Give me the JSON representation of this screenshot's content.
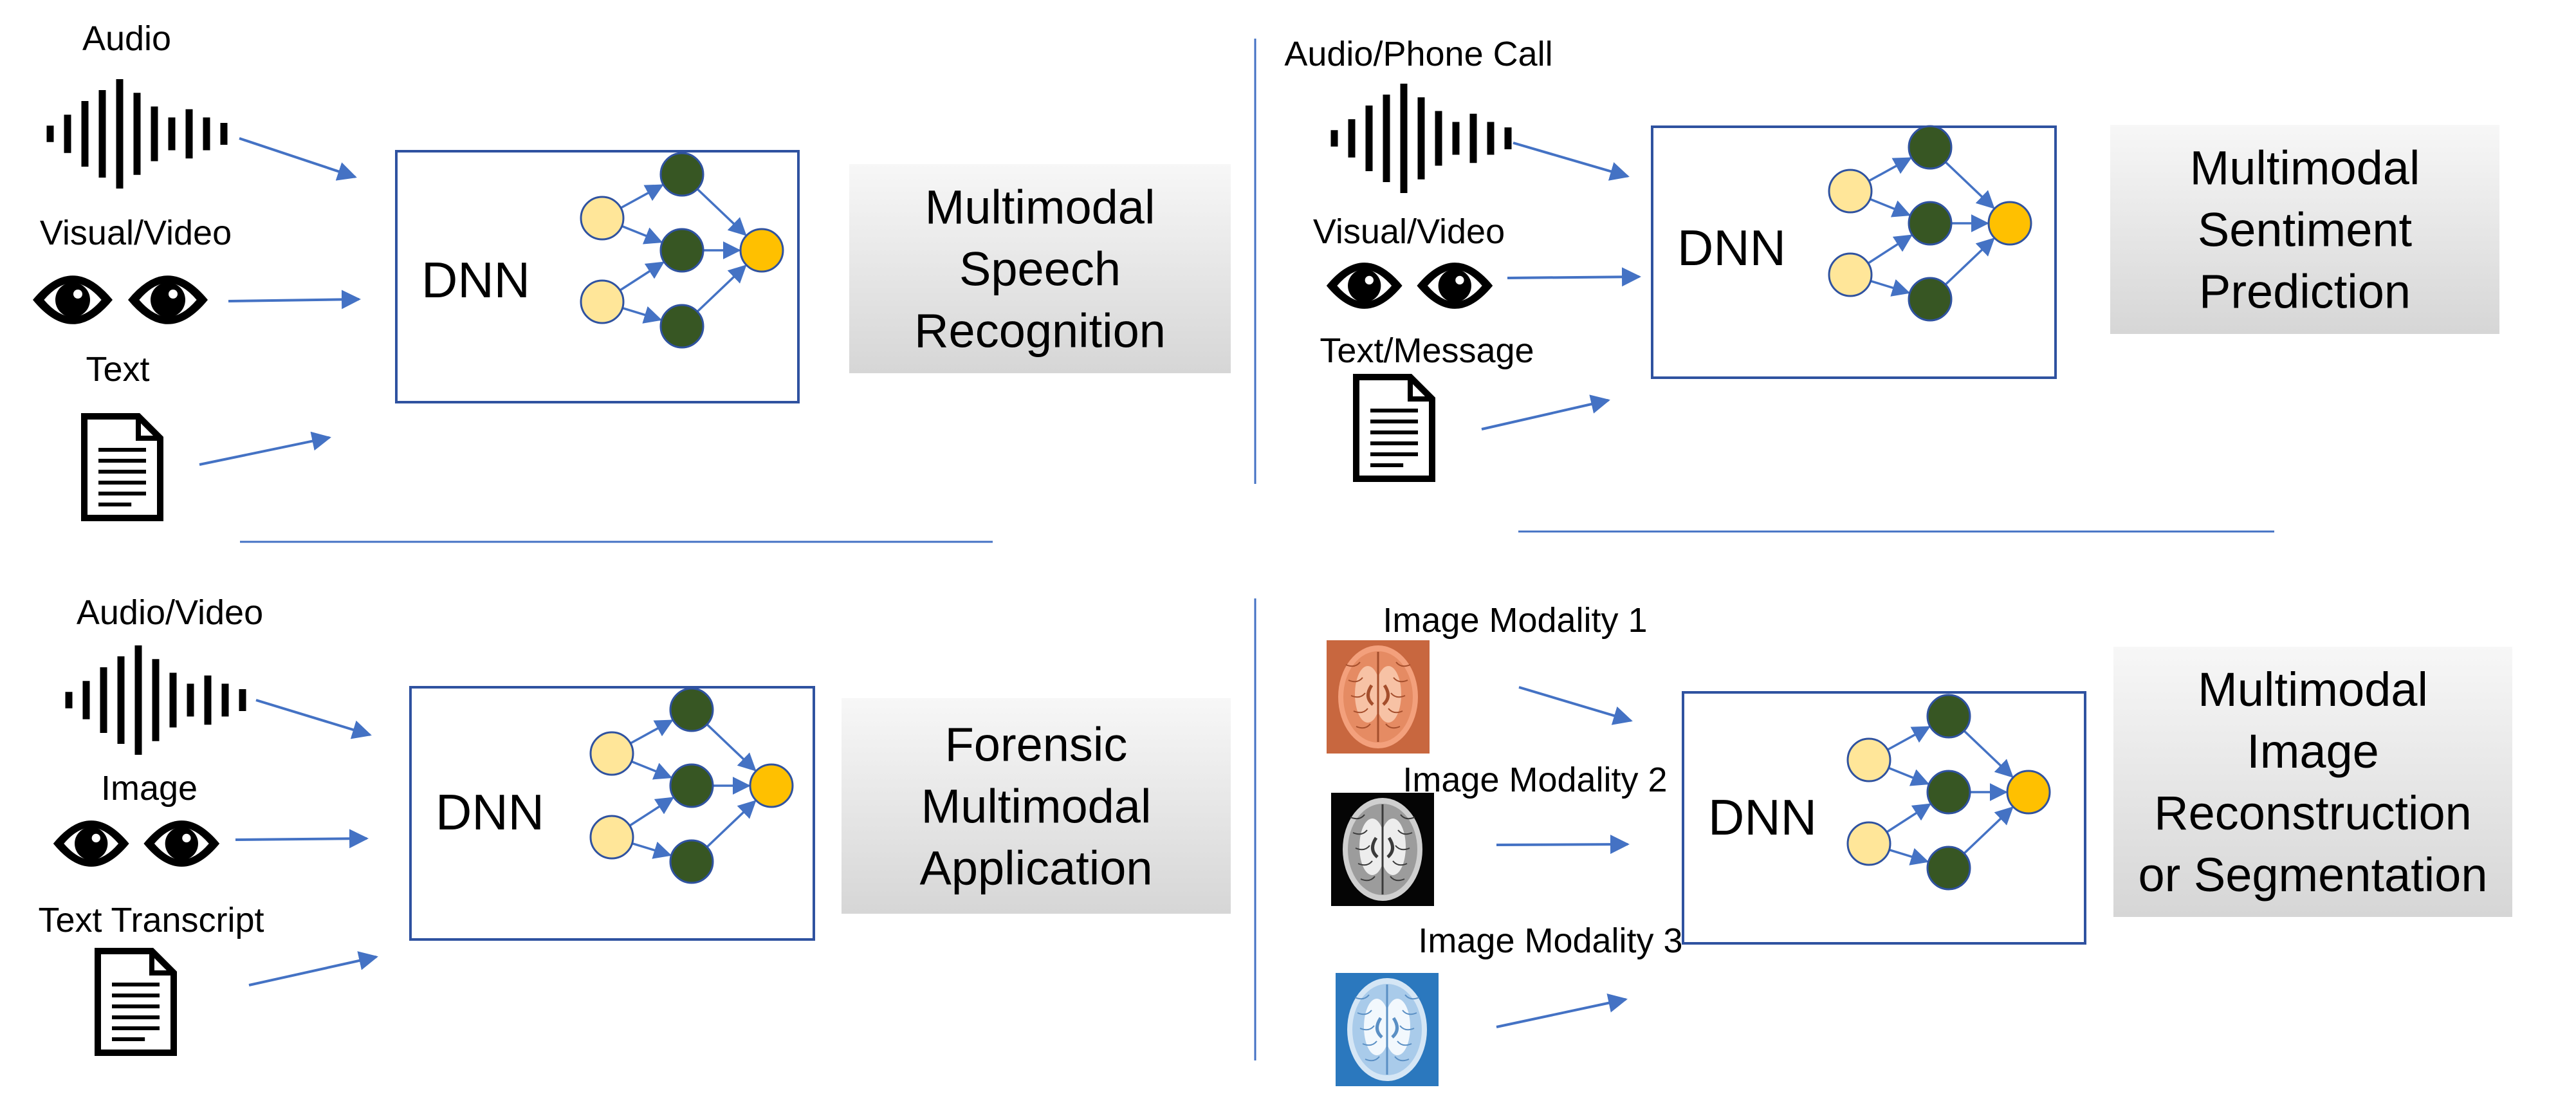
{
  "colors": {
    "arrow": "#4472C4",
    "divider": "#4472C4",
    "box_border": "#2F52A0",
    "input_node": "#FFE699",
    "hidden_node": "#375623",
    "output_node": "#FFC000",
    "node_edge": "#2F52A0",
    "result_box_light": "#F7F7F7",
    "result_box_dark": "#D6D6D6",
    "brain_t1_bg": "#C8673F",
    "brain_t2_bg": "#050505",
    "brain_t3_bg": "#2B78BE"
  },
  "panels": [
    {
      "id": "speech",
      "inputs": [
        {
          "label": "Audio",
          "icon": "waveform-icon"
        },
        {
          "label": "Visual/Video",
          "icon": "eyes-icon"
        },
        {
          "label": "Text",
          "icon": "document-icon"
        }
      ],
      "model": "DNN",
      "result": [
        "Multimodal",
        "Speech",
        "Recognition"
      ]
    },
    {
      "id": "sentiment",
      "inputs": [
        {
          "label": "Audio/Phone Call",
          "icon": "waveform-icon"
        },
        {
          "label": "Visual/Video",
          "icon": "eyes-icon"
        },
        {
          "label": "Text/Message",
          "icon": "document-icon"
        }
      ],
      "model": "DNN",
      "result": [
        "Multimodal",
        "Sentiment",
        "Prediction"
      ]
    },
    {
      "id": "forensic",
      "inputs": [
        {
          "label": "Audio/Video",
          "icon": "waveform-icon"
        },
        {
          "label": "Image",
          "icon": "eyes-icon"
        },
        {
          "label": "Text Transcript",
          "icon": "document-icon"
        }
      ],
      "model": "DNN",
      "result": [
        "Forensic",
        "Multimodal",
        "Application"
      ]
    },
    {
      "id": "imaging",
      "inputs": [
        {
          "label": "Image Modality 1",
          "icon": "brain-scan-icon"
        },
        {
          "label": "Image Modality 2",
          "icon": "brain-scan-icon"
        },
        {
          "label": "Image Modality 3",
          "icon": "brain-scan-icon"
        }
      ],
      "model": "DNN",
      "result": [
        "Multimodal",
        "Image",
        "Reconstruction",
        "or Segmentation"
      ]
    }
  ]
}
